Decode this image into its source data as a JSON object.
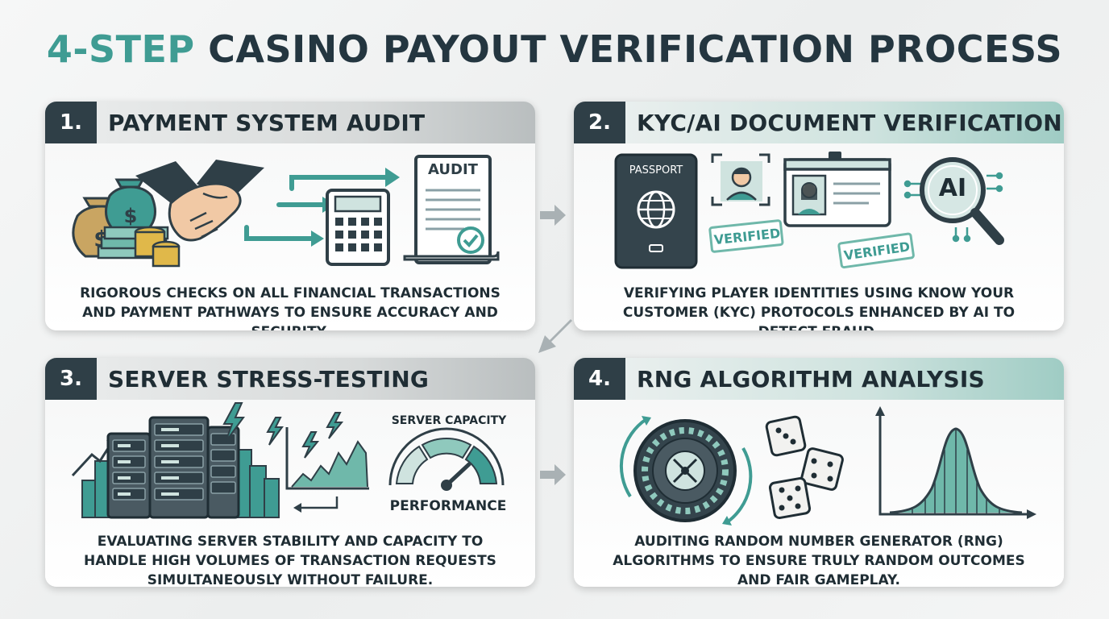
{
  "title": {
    "accent": "4-STEP",
    "rest": "CASINO PAYOUT VERIFICATION PROCESS"
  },
  "steps": [
    {
      "number": "1.",
      "title": "PAYMENT SYSTEM AUDIT",
      "description": "RIGOROUS CHECKS ON ALL FINANCIAL TRANSACTIONS AND PAYMENT PATHWAYS TO ENSURE ACCURACY AND SECURITY.",
      "icons": [
        "money-bags-icon",
        "coins-icon",
        "handshake-icon",
        "calculator-icon",
        "audit-document-icon"
      ],
      "labels": {
        "audit_doc": "AUDIT"
      }
    },
    {
      "number": "2.",
      "title": "KYC/AI DOCUMENT VERIFICATION",
      "description": "VERIFYING PLAYER IDENTITIES USING KNOW YOUR CUSTOMER (KYC) PROTOCOLS ENHANCED BY AI TO DETECT FRAUD.",
      "icons": [
        "passport-icon",
        "face-scan-icon",
        "id-card-icon",
        "ai-magnifier-icon"
      ],
      "labels": {
        "passport": "PASSPORT",
        "stamp1": "VERIFIED",
        "stamp2": "VERIFIED",
        "ai": "AI"
      }
    },
    {
      "number": "3.",
      "title": "SERVER STRESS-TESTING",
      "description": "EVALUATING SERVER STABILITY AND CAPACITY TO HANDLE HIGH VOLUMES OF TRANSACTION REQUESTS SIMULTANEOUSLY WITHOUT FAILURE.",
      "icons": [
        "server-rack-icon",
        "lightning-icon",
        "line-chart-icon",
        "gauge-icon"
      ],
      "labels": {
        "capacity": "SERVER CAPACITY",
        "performance": "PERFORMANCE"
      }
    },
    {
      "number": "4.",
      "title": "RNG ALGORITHM ANALYSIS",
      "description": "AUDITING RANDOM NUMBER GENERATOR (RNG) ALGORITHMS TO ENSURE TRULY RANDOM OUTCOMES AND FAIR GAMEPLAY.",
      "icons": [
        "roulette-wheel-icon",
        "dice-icon",
        "bell-curve-icon"
      ]
    }
  ],
  "colors": {
    "accent": "#3f9c93",
    "dark": "#2f3f47",
    "title": "#243640",
    "arrow": "#a9b1b4"
  }
}
